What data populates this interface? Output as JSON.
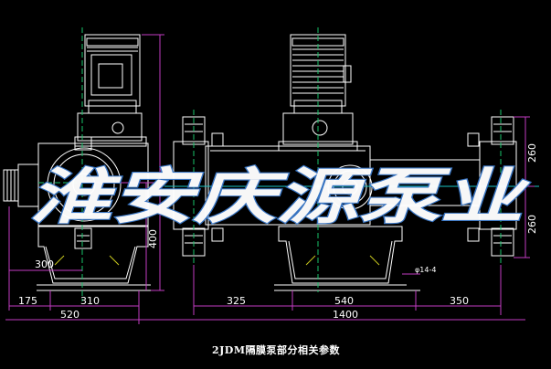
{
  "dimensions": {
    "left_offset": "175",
    "left_mid": "310",
    "left_total": "520",
    "motor_height": "400",
    "inlet_height": "300",
    "right_a": "325",
    "right_b": "540",
    "right_c": "350",
    "total_length": "1400",
    "upper_h": "260",
    "lower_h": "260",
    "bolt_hole": "φ14-4"
  },
  "watermark": "淮安庆源泵业",
  "caption": "2JDM隔膜泵部分相关参数",
  "colors": {
    "background": "#000000",
    "line_white": "#ffffff",
    "line_green": "#19c36a",
    "line_magenta": "#c23cc2",
    "line_cyan": "#19c3c3",
    "line_yellow": "#c8c81e",
    "watermark_outline": "#3a78c8"
  }
}
